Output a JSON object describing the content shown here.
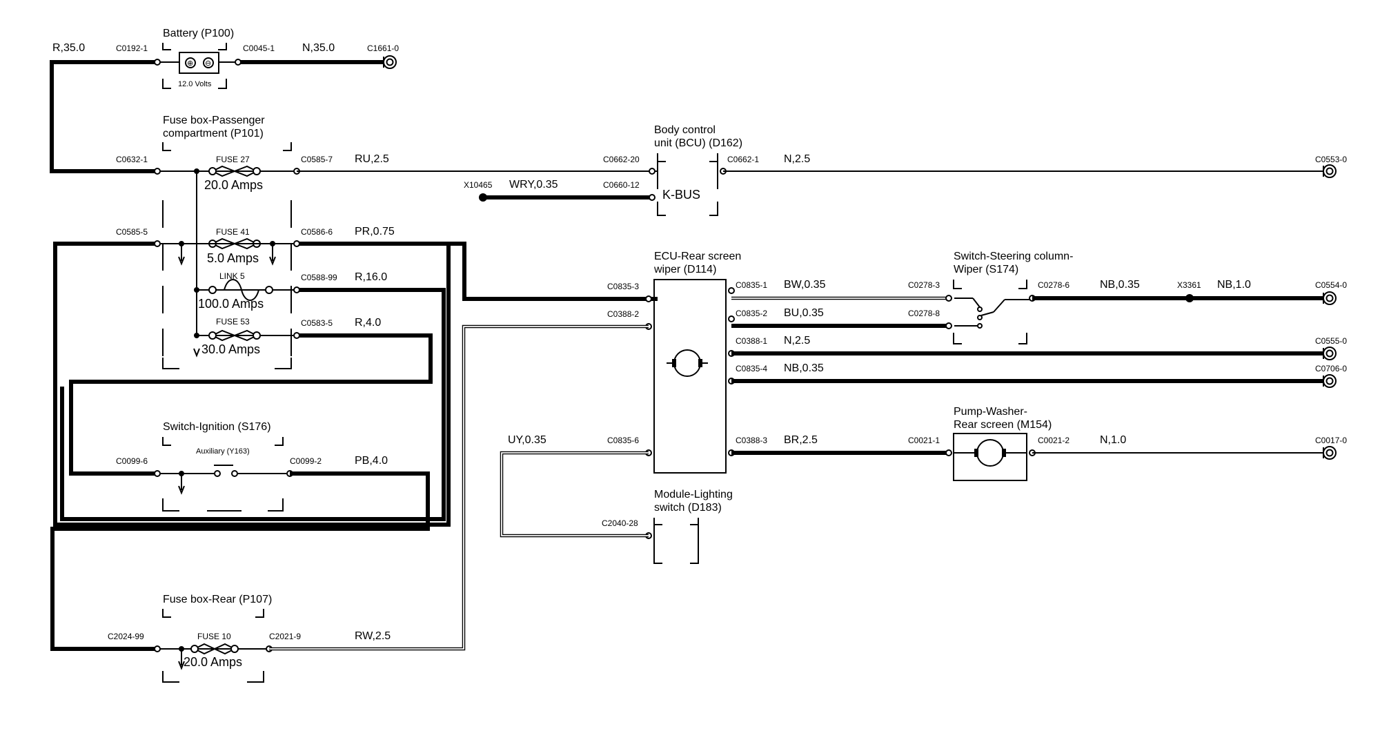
{
  "components": {
    "battery": {
      "title": "Battery (P100)",
      "voltage": "12.0 Volts",
      "pos_symbol": "⊕",
      "neg_symbol": "⊖"
    },
    "fusebox_passenger": {
      "title_line1": "Fuse box-Passenger",
      "title_line2": "compartment (P101)",
      "fuse27": {
        "name": "FUSE 27",
        "rating": "20.0 Amps"
      },
      "fuse41": {
        "name": "FUSE 41",
        "rating": "5.0 Amps"
      },
      "link5": {
        "name": "LINK 5",
        "rating": "100.0 Amps"
      },
      "fuse53": {
        "name": "FUSE 53",
        "rating": "30.0 Amps"
      }
    },
    "bcu": {
      "title_line1": "Body control",
      "title_line2": "unit (BCU) (D162)",
      "kbus": "K-BUS"
    },
    "ecu": {
      "title_line1": "ECU-Rear screen",
      "title_line2": "wiper (D114)"
    },
    "switch_wiper": {
      "title_line1": "Switch-Steering column-",
      "title_line2": "Wiper (S174)"
    },
    "ignition": {
      "title": "Switch-Ignition (S176)",
      "aux": "Auxiliary (Y163)"
    },
    "pump": {
      "title_line1": "Pump-Washer-",
      "title_line2": "Rear screen (M154)"
    },
    "lighting": {
      "title_line1": "Module-Lighting",
      "title_line2": "switch (D183)"
    },
    "fusebox_rear": {
      "title": "Fuse box-Rear (P107)",
      "fuse10": {
        "name": "FUSE 10",
        "rating": "20.0 Amps"
      }
    }
  },
  "connectors": {
    "c0192_1": "C0192-1",
    "c0045_1": "C0045-1",
    "c1661_0": "C1661-0",
    "c0632_1": "C0632-1",
    "c0585_7": "C0585-7",
    "c0585_5": "C0585-5",
    "c0586_6": "C0586-6",
    "c0588_99": "C0588-99",
    "c0583_5": "C0583-5",
    "c0662_20": "C0662-20",
    "c0662_1": "C0662-1",
    "c0660_12": "C0660-12",
    "x10465": "X10465",
    "c0553_0": "C0553-0",
    "c0835_3": "C0835-3",
    "c0388_2": "C0388-2",
    "c0835_6": "C0835-6",
    "c0835_1": "C0835-1",
    "c0835_2": "C0835-2",
    "c0388_1": "C0388-1",
    "c0835_4": "C0835-4",
    "c0388_3": "C0388-3",
    "c0278_3": "C0278-3",
    "c0278_8": "C0278-8",
    "c0278_6": "C0278-6",
    "x3361": "X3361",
    "c0554_0": "C0554-0",
    "c0555_0": "C0555-0",
    "c0706_0": "C0706-0",
    "c0021_1": "C0021-1",
    "c0021_2": "C0021-2",
    "c0017_0": "C0017-0",
    "c0099_6": "C0099-6",
    "c0099_2": "C0099-2",
    "c2040_28": "C2040-28",
    "c2024_99": "C2024-99",
    "c2021_9": "C2021-9"
  },
  "wires": {
    "r_35": "R,35.0",
    "n_35": "N,35.0",
    "ru_25": "RU,2.5",
    "n_25a": "N,2.5",
    "wry_035": "WRY,0.35",
    "pr_075": "PR,0.75",
    "r_16": "R,16.0",
    "r_4": "R,4.0",
    "bw_035": "BW,0.35",
    "bu_035": "BU,0.35",
    "n_25b": "N,2.5",
    "nb_035a": "NB,0.35",
    "br_25": "BR,2.5",
    "nb_035b": "NB,0.35",
    "nb_10": "NB,1.0",
    "n_10": "N,1.0",
    "uy_035": "UY,0.35",
    "pb_4": "PB,4.0",
    "rw_25": "RW,2.5"
  }
}
